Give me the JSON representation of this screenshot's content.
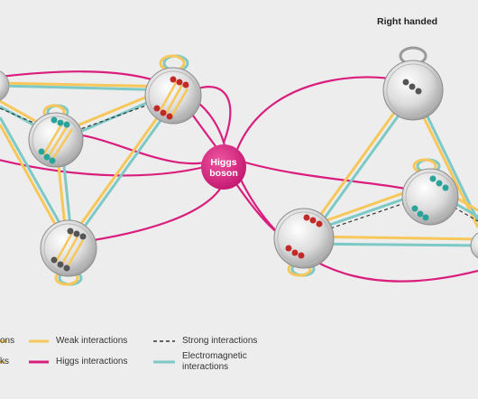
{
  "header": {
    "right_handed": "Right handed"
  },
  "center_node": {
    "line1": "Higgs",
    "line2": "boson"
  },
  "legend": {
    "left_cut_1": "ons",
    "left_cut_2": "ks",
    "weak": "Weak interactions",
    "higgs": "Higgs interactions",
    "strong": "Strong interactions",
    "em_line1": "Electromagnetic",
    "em_line2": "interactions"
  },
  "colors": {
    "background": "#ededed",
    "weak": "#f7c75a",
    "higgs": "#d91e7e",
    "strong": "#333333",
    "electromagnetic": "#7cc9c6",
    "higgs_node": "#d0207e",
    "quark_red": "#c22a2a",
    "quark_teal": "#2aa39a",
    "quark_dark": "#555555"
  }
}
